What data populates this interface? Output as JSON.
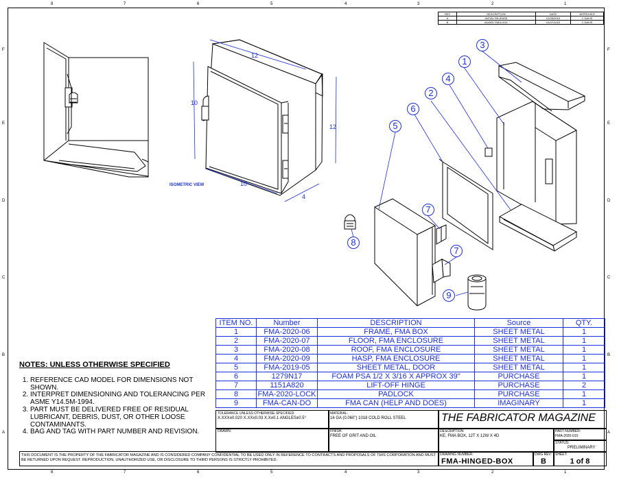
{
  "zones_top": [
    "8",
    "7",
    "6",
    "5",
    "4",
    "3",
    "2",
    "1"
  ],
  "zones_side": [
    "F",
    "E",
    "D",
    "C",
    "B",
    "A"
  ],
  "revision_table": {
    "headers": [
      "REV",
      "DESCRIPTION",
      "DATE",
      "APPROVED"
    ],
    "rows": [
      [
        "A",
        "INITIAL RELEASE",
        "01/05/2019",
        "C.DAVIS"
      ],
      [
        "B",
        "ADDED PADLOCK",
        "01/07/2020",
        "C.DAVIS"
      ]
    ]
  },
  "isometric_label": "ISOMETRIC VIEW",
  "dimensions": {
    "width_top": "12",
    "height_left": "10",
    "height_right": "12",
    "width_bottom": "10",
    "depth": "4"
  },
  "balloons": [
    "1",
    "2",
    "3",
    "4",
    "5",
    "6",
    "7",
    "7",
    "8",
    "9"
  ],
  "bom": {
    "headers": [
      "ITEM NO.",
      "Number",
      "DESCRIPTION",
      "Source",
      "QTY."
    ],
    "rows": [
      [
        "1",
        "FMA-2020-06",
        "FRAME, FMA BOX",
        "SHEET METAL",
        "1"
      ],
      [
        "2",
        "FMA-2020-07",
        "FLOOR, FMA ENCLOSURE",
        "SHEET METAL",
        "1"
      ],
      [
        "3",
        "FMA-2020-08",
        "ROOF, FMA ENCLOSURE",
        "SHEET METAL",
        "1"
      ],
      [
        "4",
        "FMA-2020-09",
        "HASP, FMA ENCLOSURE",
        "SHEET METAL",
        "1"
      ],
      [
        "5",
        "FMA-2019-05",
        "SHEET METAL, DOOR",
        "SHEET METAL",
        "1"
      ],
      [
        "6",
        "1279N17",
        "FOAM PSA 1/2 X 3/16 X APPROX 39\"",
        "PURCHASE",
        "1"
      ],
      [
        "7",
        "1151A820",
        "LIFT-OFF HINGE",
        "PURCHASE",
        "2"
      ],
      [
        "8",
        "FMA-2020-LOCK",
        "PADLOCK",
        "PURCHASE",
        "1"
      ],
      [
        "9",
        "FMA-CAN-DO",
        "FMA CAN (HELP AND DOES)",
        "IMAGINARY",
        "1"
      ]
    ]
  },
  "notes": {
    "title": "NOTES: UNLESS OTHERWISE SPECIFIED",
    "items": [
      "REFERENCE CAD MODEL FOR DIMENSIONS NOT SHOWN.",
      "INTERPRET DIMENSIONING AND TOLERANCING PER ASME Y14.5M-1994.",
      "PART MUST BE DELIVERED FREE OF RESIDUAL LUBRICANT, DEBRIS, DUST, OR OTHER LOOSE CONTAMINANTS.",
      "BAG AND TAG WITH PART NUMBER AND REVISION."
    ]
  },
  "title_block": {
    "tolerance_label": "TOLERANCE UNLESS OTHERWISE SPECIFIED:",
    "tolerance_value": "X.XXX±0.020 X.XX±0.03 X.X±0.1 ANGLES±0.5°",
    "material_label": "MATERIAL:",
    "material_value": "16 GA (0.060\") 1018 COLD ROLL STEEL",
    "company": "THE FABRICATOR MAGAZINE",
    "drawn_label": "DRAWN:",
    "finish_label": "FINISH:",
    "finish_value": "FREE OF GRIT AND OIL",
    "description_label": "DESCRIPTION:",
    "description_value": "KE, FMA BOX, 12T X 12W X 4D",
    "part_number_label": "PART NUMBER:",
    "part_number_value": "FMA-2020-010",
    "status_label": "STATUS:",
    "status_value": "PRELIMINARY",
    "drawing_number_label": "DRAWING NUMBER:",
    "drawing_number": "FMA-HINGED-BOX",
    "rev_label": "DWG REV:",
    "rev": "B",
    "sheet_label": "SHEET:",
    "sheet": "1 of 8",
    "confidential": "THIS DOCUMENT IS THE PROPERTY OF THE FABRICATOR MAGAZINE AND IS CONSIDERED COMPANY CONFIDENTIAL TO BE USED ONLY IN REFERENCE TO CONTRACTS AND PROPOSALS OF THIS CORPORATION AND MUST BE RETURNED UPON REQUEST. REPRODUCTION, UNAUTHORIZED USE, OR DISCLOSURE TO THIRD PERSONS IS STRICTLY PROHIBITED."
  },
  "colors": {
    "annotation": "#1a2fd9",
    "line": "#000000"
  }
}
